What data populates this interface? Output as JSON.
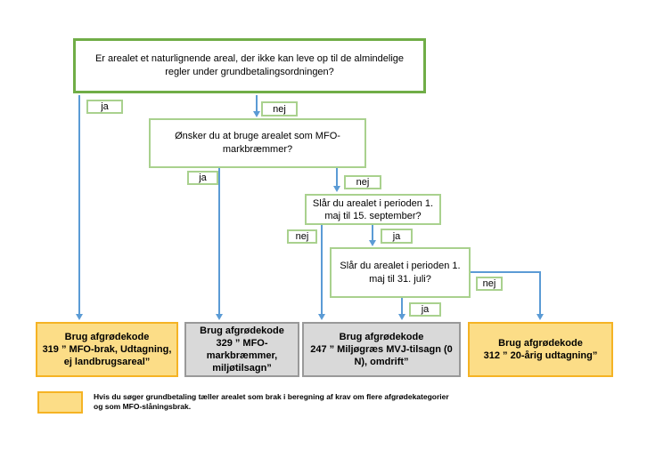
{
  "flowchart": {
    "questions": [
      {
        "id": "q1",
        "lines": [
          "Er arealet et naturlignende areal, der ikke kan leve op til de almindelige",
          "regler under grundbetalingsordningen?"
        ]
      },
      {
        "id": "q2",
        "lines": [
          "Ønsker du at bruge arealet som MFO-",
          "markbræmmer?"
        ]
      },
      {
        "id": "q3",
        "lines": [
          "Slår du arealet i perioden 1.",
          "maj til 15. september?"
        ]
      },
      {
        "id": "q4",
        "lines": [
          "Slår du arealet i perioden 1.",
          "maj til 31. juli?"
        ]
      }
    ],
    "labels": {
      "ja": "ja",
      "nej": "nej"
    },
    "results": [
      {
        "code": "319",
        "style": "orange",
        "lines": [
          "Brug afgrødekode",
          "319 ” MFO-brak, Udtagning,",
          "ej landbrugsareal”"
        ]
      },
      {
        "code": "329",
        "style": "gray",
        "lines": [
          "Brug afgrødekode",
          "329 ” MFO-",
          "markbræmmer,",
          "miljøtilsagn”"
        ]
      },
      {
        "code": "247",
        "style": "gray",
        "lines": [
          "Brug afgrødekode",
          "247 ” Miljøgræs MVJ-tilsagn (0",
          "N), omdrift”"
        ]
      },
      {
        "code": "312",
        "style": "orange",
        "lines": [
          "Brug afgrødekode",
          "312 ” 20-årig udtagning”"
        ]
      }
    ],
    "legend": {
      "lines": [
        "Hvis du søger grundbetaling tæller arealet som brak i beregning af krav om flere afgrødekategorier",
        "og som MFO-slåningsbrak."
      ]
    },
    "colors": {
      "question_border_primary": "#70AD47",
      "question_border_secondary": "#A9D18E",
      "connector": "#5B9BD5",
      "orange_fill": "#FCDD87",
      "orange_border": "#F5B324",
      "gray_fill": "#D9D9D9",
      "gray_border": "#999999"
    }
  }
}
